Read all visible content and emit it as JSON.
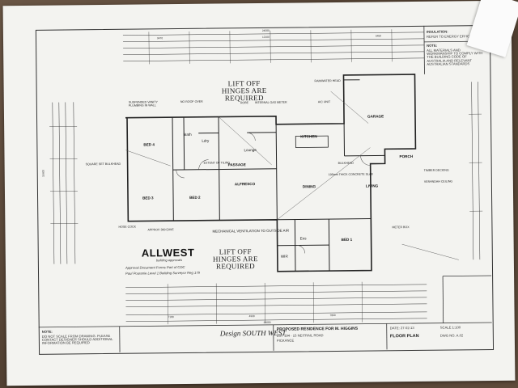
{
  "notes": {
    "lift_off_1": "LIFT OFF HINGES ARE REQUIRED",
    "lift_off_2": "LIFT OFF HINGES ARE REQUIRED",
    "insulation_title": "INSULATION:",
    "insulation_body": "REFER TO ENERGY EFFICIENCY REPORT",
    "note_title": "NOTE:",
    "note_body": "ALL MATERIALS AND WORKMANSHIP TO COMPLY WITH THE BUILDING CODE OF AUSTRALIA AND RELEVANT AUSTRALIAN STANDARDS",
    "bottom_note_title": "NOTE:",
    "bottom_note_body": "DO NOT SCALE FROM DRAWING. PLEASE CONTACT DESIGNER SHOULD ADDITIONAL INFORMATION BE REQUIRED",
    "mechanical": "MECHANICAL VENTILATION TO OUTSIDE AIR"
  },
  "rooms": {
    "bed4": "BED 4",
    "bed3": "BED 3",
    "bed2": "BED 2",
    "bed1": "BED 1",
    "lounge": "Lounge",
    "passage": "PASSAGE",
    "alfresco": "ALFRESCO",
    "kitchen": "KITCHEN",
    "dining": "DINING",
    "living": "LIVING",
    "garage": "GARAGE",
    "porch": "PORCH",
    "ens": "Ens",
    "wir": "WIR",
    "bath": "Bath",
    "ldry": "Ldry"
  },
  "labels": {
    "suspended": "SUSPENDED VANITY PLUMBING IN WALL",
    "no_roof": "NO ROOF OVER",
    "ac_unit": "A/C UNIT",
    "hose_cock": "HOSE COCK",
    "timber_decking": "TIMBER DECKING",
    "verandah": "VERANDAH CEILING",
    "meter_box": "METER BOX",
    "rainwater": "RAINWATER HEAD",
    "bulkhead": "BULKHEAD",
    "concrete_slab": "100mm THICK CONCRETE SLAB",
    "extent_tiling": "EXTENT OF TILING",
    "square_set": "SQUARE SET BULKHEAD",
    "approx_eave": "APPROX 300 EAVE",
    "internal_gas": "INTERNAL GAS METER",
    "robe": "ROBE"
  },
  "dimensions": {
    "overall_top": "24080",
    "overall_bottom": "24080",
    "overall_side": "15400",
    "d1": "9470",
    "d2": "12100",
    "d3": "6450",
    "d4": "7180",
    "d5": "4930",
    "d6": "7860"
  },
  "logo": {
    "name": "ALLWEST",
    "tagline": "building approvals",
    "approval_1": "Approval Document Forms Part of CDC",
    "approval_2": "Paul Pouranie Level 1 Building Surveyor Reg 179"
  },
  "title_block": {
    "project": "PROPOSED RESIDENCE FOR M. HIGGINS",
    "address": "LOT 194 - 15 NEITRAIL ROAD",
    "suburb": "PICKANCE",
    "drawing": "FLOOR PLAN",
    "date": "DATE: 27-02-13",
    "scale": "SCALE 1:100",
    "dwg_no": "DWG NO. A.02",
    "designer": "Design SOUTH WEST"
  }
}
